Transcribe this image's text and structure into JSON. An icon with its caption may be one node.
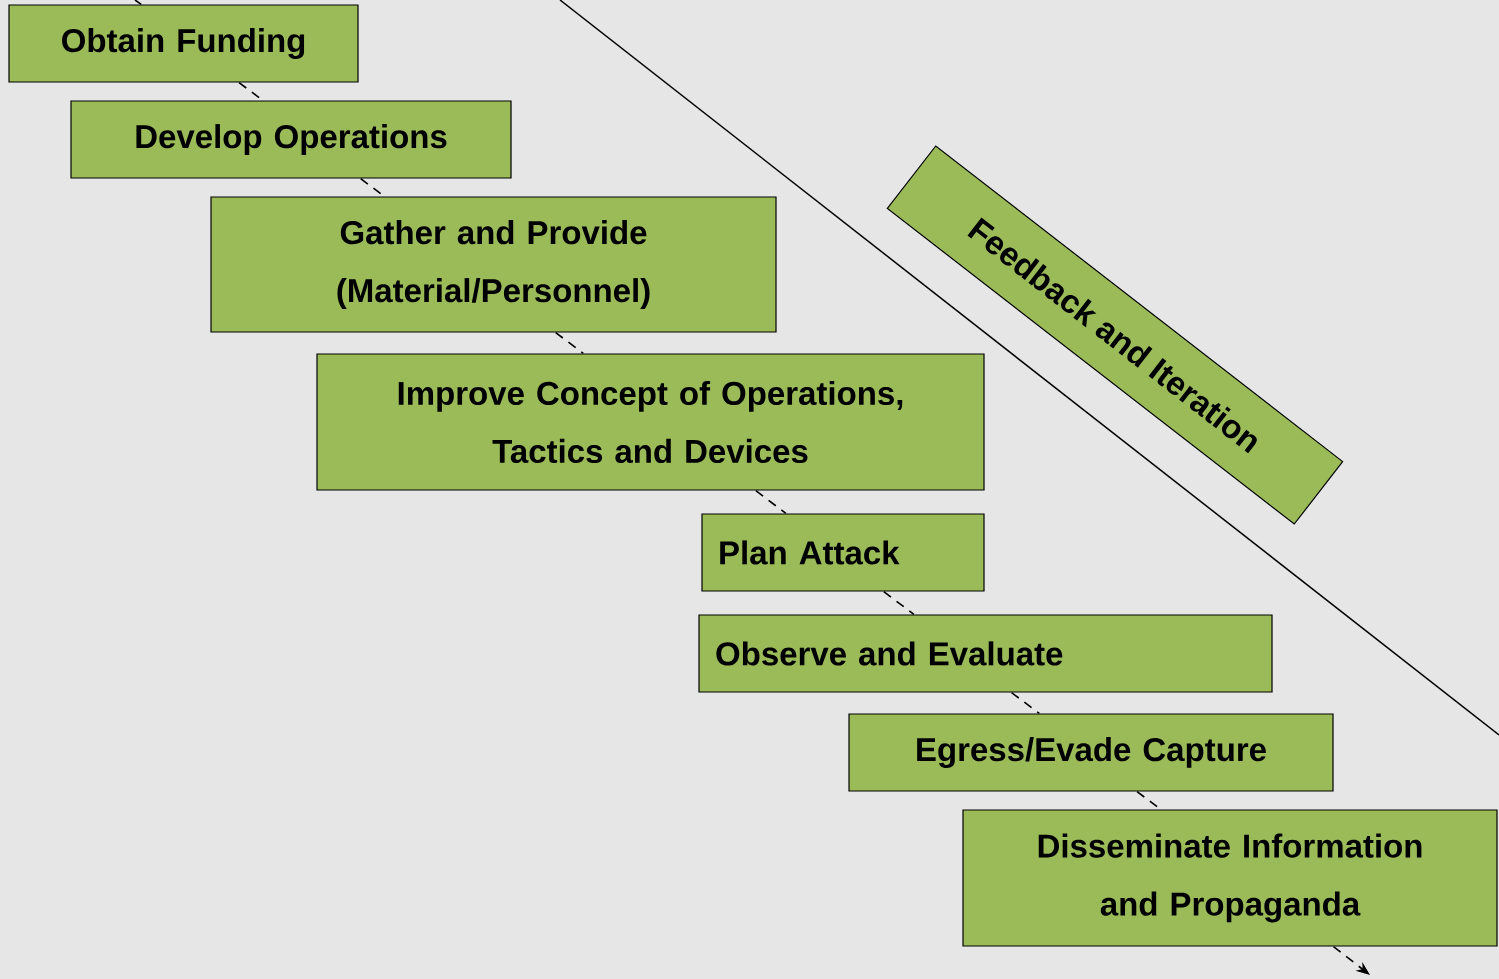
{
  "diagram": {
    "nodes": [
      {
        "text": [
          "Obtain Funding"
        ]
      },
      {
        "text": [
          "Develop Operations"
        ]
      },
      {
        "text": [
          "Gather and Provide (Material/Personnel)"
        ]
      },
      {
        "text": [
          "Improve Concept of Operations, Tactics and Devices"
        ]
      },
      {
        "text": [
          "Plan Attack"
        ]
      },
      {
        "text": [
          "Observe and Evaluate"
        ]
      },
      {
        "text": [
          "Egress/Evade Capture"
        ]
      },
      {
        "text": [
          "Disseminate Information and Propaganda"
        ]
      },
      {
        "text": [
          "Feedback and Iteration"
        ]
      }
    ],
    "edges": [
      {
        "from": null,
        "to": 0,
        "arrow": "none",
        "style": "dashed"
      },
      {
        "from": 0,
        "to": 1,
        "arrow": "none",
        "style": "dashed"
      },
      {
        "from": 1,
        "to": 2,
        "arrow": "none",
        "style": "dashed"
      },
      {
        "from": 2,
        "to": 3,
        "arrow": "none",
        "style": "dashed"
      },
      {
        "from": 3,
        "to": 4,
        "arrow": "none",
        "style": "dashed"
      },
      {
        "from": 4,
        "to": 5,
        "arrow": "none",
        "style": "dashed"
      },
      {
        "from": 5,
        "to": 6,
        "arrow": "none",
        "style": "dashed"
      },
      {
        "from": 6,
        "to": 7,
        "arrow": "none",
        "style": "dashed"
      },
      {
        "from": 7,
        "to": null,
        "arrow": "to",
        "style": "dashed"
      }
    ]
  }
}
